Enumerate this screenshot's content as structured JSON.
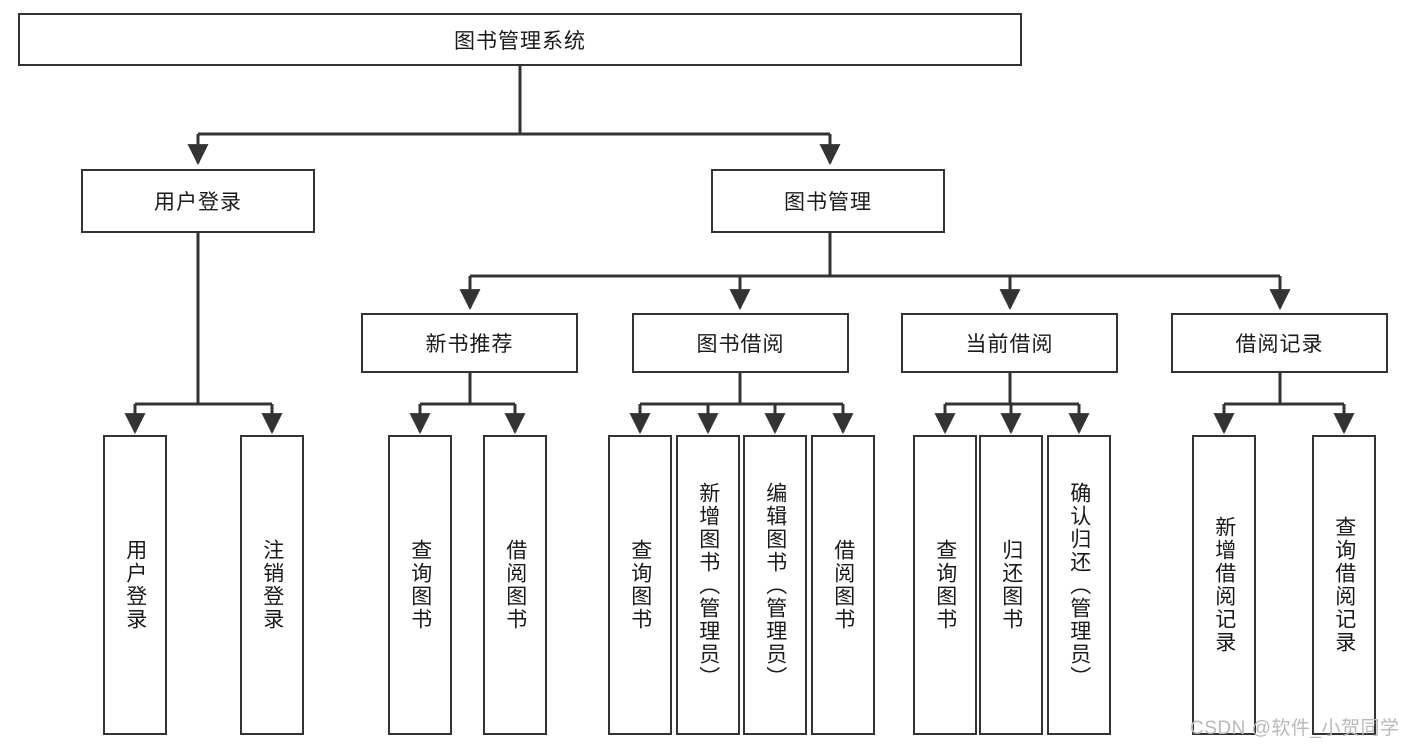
{
  "diagram": {
    "title": "图书管理系统",
    "type": "tree-hierarchy",
    "root": {
      "label": "图书管理系统"
    },
    "level1": [
      {
        "label": "用户登录"
      },
      {
        "label": "图书管理"
      }
    ],
    "level2": [
      {
        "label": "新书推荐"
      },
      {
        "label": "图书借阅"
      },
      {
        "label": "当前借阅"
      },
      {
        "label": "借阅记录"
      }
    ],
    "leaves": {
      "user_login": [
        {
          "label": "用户登录"
        },
        {
          "label": "注销登录"
        }
      ],
      "new_book_recommend": [
        {
          "label": "查询图书"
        },
        {
          "label": "借阅图书"
        }
      ],
      "book_borrow": [
        {
          "label": "查询图书"
        },
        {
          "label": "新增图书（管理员）"
        },
        {
          "label": "编辑图书（管理员）"
        },
        {
          "label": "借阅图书"
        }
      ],
      "current_borrow": [
        {
          "label": "查询图书"
        },
        {
          "label": "归还图书"
        },
        {
          "label": "确认归还（管理员）"
        }
      ],
      "borrow_record": [
        {
          "label": "新增借阅记录"
        },
        {
          "label": "查询借阅记录"
        }
      ]
    }
  },
  "watermark": {
    "text": "CSDN @软件_小贺同学"
  },
  "colors": {
    "stroke": "#333333",
    "background": "#ffffff",
    "text": "#1a1a1a",
    "watermark": "#b9b9b9"
  }
}
